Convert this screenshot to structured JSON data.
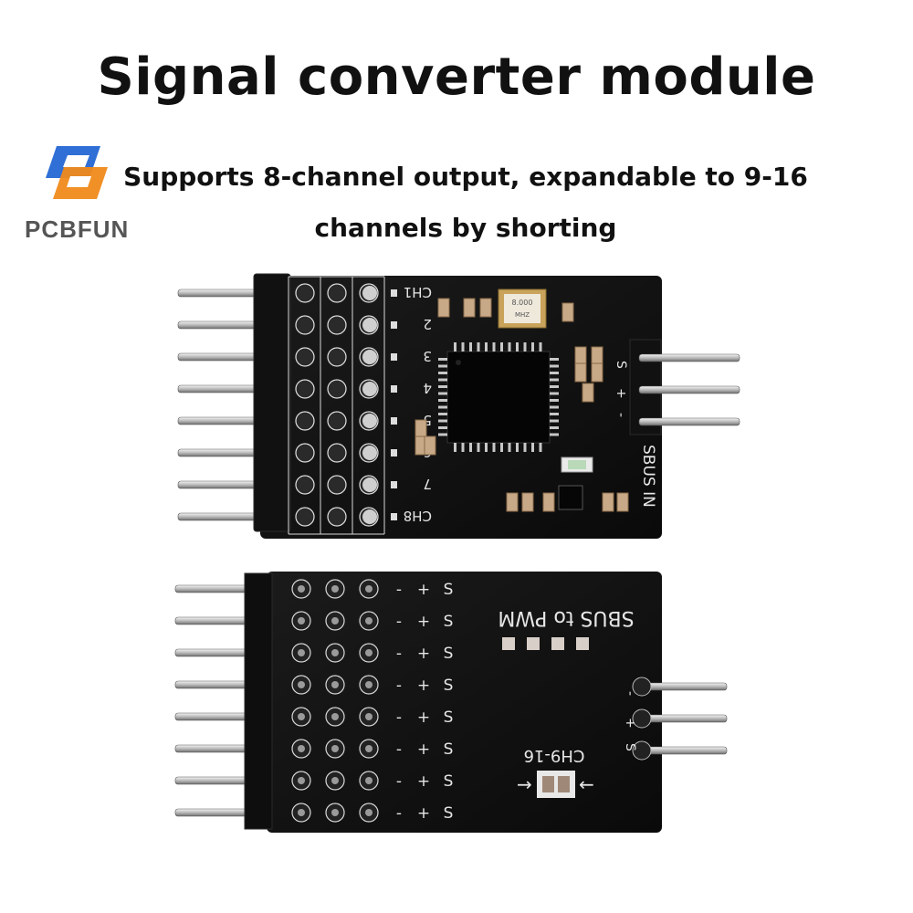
{
  "header": {
    "title": "Signal converter module",
    "subtitle": "Supports 8-channel output, expandable to 9-16 channels by shorting"
  },
  "brand": {
    "name": "PCBFUN",
    "colors": {
      "blue": "#2f6fd6",
      "orange": "#f08a1a"
    }
  },
  "top_board": {
    "channel_labels": [
      "CH1",
      "2",
      "3",
      "4",
      "5",
      "6",
      "7",
      "CH8"
    ],
    "crystal": {
      "line1": "8.000",
      "line2": "MHZ"
    },
    "input_label": "SBUS IN",
    "input_pins": [
      "S",
      "+",
      "-"
    ]
  },
  "bottom_board": {
    "row_labels": [
      "-",
      "+",
      "S"
    ],
    "row_count": 8,
    "title": "SBUS to PWM",
    "expansion_label": "CH9-16",
    "input_pins": [
      "-",
      "+",
      "S"
    ]
  }
}
